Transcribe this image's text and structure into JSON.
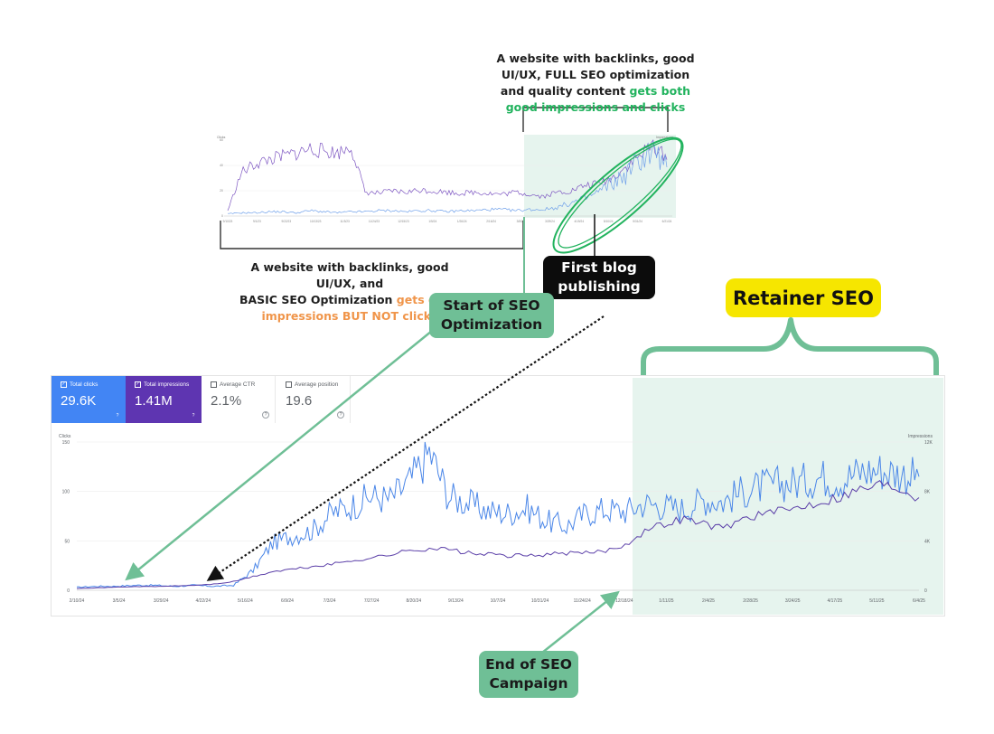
{
  "annotations": {
    "top_note": {
      "line1": "A website with backlinks, good",
      "line2": "UI/UX, FULL SEO optimization",
      "line3_plain": "and quality content ",
      "line3_green": "gets both",
      "line4_green": "good impressions and clicks"
    },
    "bottom_note": {
      "line1": "A website with backlinks, good UI/UX, and",
      "line2_plain": "BASIC SEO Optimization ",
      "line2_orange": "gets good",
      "line3_orange": "impressions BUT NOT clicks"
    },
    "first_blog": {
      "line1": "First blog",
      "line2": "publishing"
    },
    "start_seo": {
      "line1": "Start of SEO",
      "line2": "Optimization"
    },
    "retainer_seo": "Retainer SEO",
    "end_seo": {
      "line1": "End of SEO",
      "line2": "Campaign"
    }
  },
  "metrics": [
    {
      "label": "Total clicks",
      "value": "29.6K",
      "bg": "#4285f4",
      "fg": "#ffffff",
      "checked": true
    },
    {
      "label": "Total impressions",
      "value": "1.41M",
      "bg": "#5e35b1",
      "fg": "#ffffff",
      "checked": true
    },
    {
      "label": "Average CTR",
      "value": "2.1%",
      "bg": "#ffffff",
      "fg": "#5f6368",
      "checked": false
    },
    {
      "label": "Average position",
      "value": "19.6",
      "bg": "#ffffff",
      "fg": "#5f6368",
      "checked": false
    }
  ],
  "colors": {
    "clicks": "#4a86e8",
    "impressions": "#5b3fa8",
    "highlight_band": "#e6f4ee",
    "annotation_green": "#6fbf96",
    "ellipse_green": "#22b35e"
  },
  "chart_data": [
    {
      "type": "line",
      "left_axis_label": "Clicks",
      "right_axis_label": "Impressions",
      "left_ticks": [
        "150",
        "100",
        "50",
        "0"
      ],
      "right_ticks": [
        "12K",
        "8K",
        "4K",
        "0"
      ],
      "ylim_left": [
        0,
        150
      ],
      "ylim_right": [
        0,
        12000
      ],
      "x_ticks": [
        "2/10/24",
        "3/5/24",
        "3/29/24",
        "4/22/24",
        "5/16/24",
        "6/9/24",
        "7/3/24",
        "7/27/24",
        "8/20/24",
        "9/13/24",
        "10/7/24",
        "10/31/24",
        "11/24/24",
        "12/18/24",
        "1/11/25",
        "2/4/25",
        "2/28/25",
        "3/24/25",
        "4/17/25",
        "5/11/25",
        "6/4/25"
      ],
      "series": [
        {
          "name": "Clicks",
          "axis": "left",
          "values": [
            3,
            4,
            4,
            5,
            5,
            4,
            5,
            4,
            5,
            20,
            48,
            55,
            60,
            78,
            85,
            95,
            92,
            110,
            140,
            95,
            88,
            80,
            78,
            83,
            70,
            65,
            78,
            82,
            80,
            88,
            85,
            82,
            92,
            90,
            100,
            105,
            108,
            110,
            115,
            112,
            120,
            122,
            118,
            115
          ]
        },
        {
          "name": "Impressions",
          "axis": "right",
          "values": [
            150,
            200,
            250,
            300,
            300,
            350,
            400,
            500,
            700,
            1100,
            1500,
            1700,
            1900,
            2100,
            2400,
            2600,
            2900,
            3200,
            3400,
            3300,
            3000,
            2900,
            2800,
            2800,
            2900,
            3000,
            3000,
            3200,
            3700,
            4800,
            5400,
            5800,
            5400,
            5000,
            5800,
            6200,
            6400,
            6800,
            7200,
            7600,
            8200,
            8600,
            8300,
            7500
          ]
        }
      ]
    },
    {
      "type": "line",
      "left_axis_label": "Clicks",
      "right_axis_label": "Impressions",
      "left_ticks": [
        "60",
        "40",
        "20",
        "0"
      ],
      "x_ticks": [
        "9/10/23",
        "9/1/23",
        "9/22/23",
        "10/13/23",
        "11/3/23",
        "11/24/23",
        "12/15/23",
        "1/5/24",
        "1/26/24",
        "2/16/24",
        "3/8/24",
        "3/29/24",
        "4/19/24",
        "5/10/24",
        "5/31/24",
        "6/21/24"
      ],
      "series": [
        {
          "name": "Impressions",
          "axis": "right",
          "values": [
            5,
            40,
            48,
            52,
            55,
            58,
            62,
            60,
            58,
            64,
            22,
            21,
            23,
            22,
            24,
            23,
            22,
            21,
            22,
            21,
            20,
            22,
            20,
            18,
            22,
            23,
            28,
            30,
            35,
            45,
            55,
            66,
            52
          ]
        },
        {
          "name": "Clicks",
          "axis": "left",
          "values": [
            2,
            3,
            3,
            4,
            4,
            3,
            5,
            4,
            3,
            4,
            4,
            5,
            5,
            4,
            5,
            5,
            4,
            5,
            5,
            6,
            6,
            5,
            6,
            6,
            8,
            12,
            16,
            22,
            30,
            38,
            52,
            60,
            45
          ]
        }
      ]
    }
  ]
}
